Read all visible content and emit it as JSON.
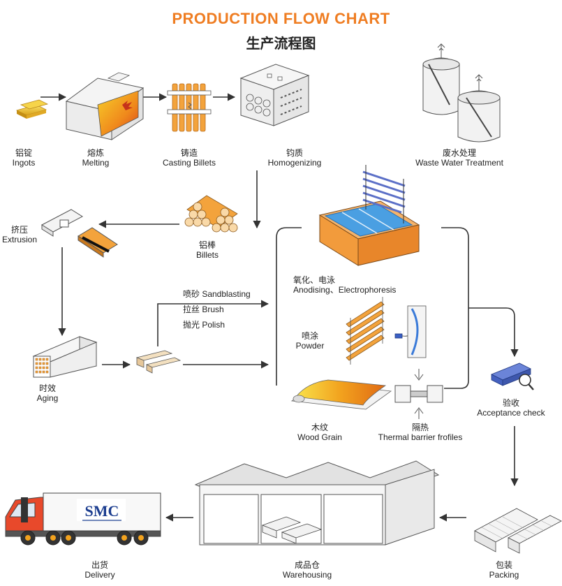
{
  "title": {
    "en": "PRODUCTION FLOW CHART",
    "cn": "生产流程图"
  },
  "colors": {
    "accent": "#ef7d22",
    "arrow": "#333333",
    "brand": "#1b3d8f"
  },
  "steps": {
    "ingots": {
      "cn": "铝锭",
      "en": "Ingots"
    },
    "melting": {
      "cn": "熔炼",
      "en": "Melting"
    },
    "casting": {
      "cn": "铸造",
      "en": "Casting Billets"
    },
    "homogenizing": {
      "cn": "钧质",
      "en": "Homogenizing"
    },
    "wastewater": {
      "cn": "废水处理",
      "en": "Waste Water Treatment"
    },
    "billets": {
      "cn": "铝棒",
      "en": "Billets"
    },
    "extrusion": {
      "cn": "挤压",
      "en": "Extrusion"
    },
    "aging": {
      "cn": "时效",
      "en": "Aging"
    },
    "anodising": {
      "cn": "氧化、电泳",
      "en": "Anodising、Electrophoresis"
    },
    "powder": {
      "cn": "喷涂",
      "en": "Powder"
    },
    "woodgrain": {
      "cn": "木纹",
      "en": "Wood Grain"
    },
    "thermal": {
      "cn": "隔热",
      "en": "Thermal barrier frofiles"
    },
    "acceptance": {
      "cn": "验收",
      "en": "Acceptance check"
    },
    "packing": {
      "cn": "包装",
      "en": "Packing"
    },
    "warehousing": {
      "cn": "成品仓",
      "en": "Warehousing"
    },
    "delivery": {
      "cn": "出货",
      "en": "Delivery"
    }
  },
  "surface_processes": [
    "喷砂 Sandblasting",
    "拉丝 Brush",
    "抛光 Polish"
  ],
  "truck_brand": "SMC"
}
